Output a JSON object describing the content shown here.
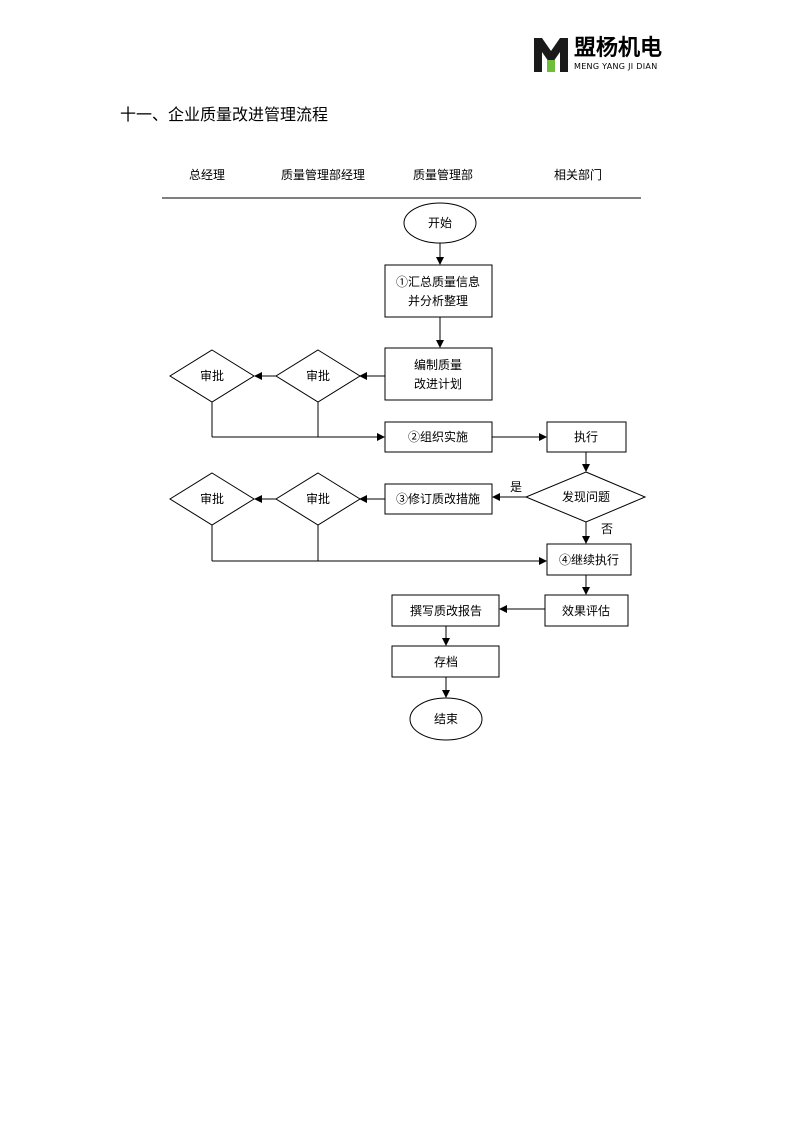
{
  "logo": {
    "name": "盟杨机电",
    "subtitle": "MENG YANG JI DIAN",
    "mark_colors": {
      "dark": "#1a1a1a",
      "accent": "#6dbf3b"
    }
  },
  "heading": "十一、企业质量改进管理流程",
  "lanes": [
    "总经理",
    "质量管理部经理",
    "质量管理部",
    "相关部门"
  ],
  "nodes": {
    "start": "开始",
    "collect_line1": "①汇总质量信息",
    "collect_line2": "并分析整理",
    "plan_line1": "编制质量",
    "plan_line2": "改进计划",
    "approve_a1": "审批",
    "approve_b1": "审批",
    "implement": "②组织实施",
    "execute": "执行",
    "find_issue": "发现问题",
    "revise": "③修订质改措施",
    "approve_a2": "审批",
    "approve_b2": "审批",
    "continue": "④继续执行",
    "evaluate": "效果评估",
    "report": "撰写质改报告",
    "archive": "存档",
    "end": "结束"
  },
  "branch_labels": {
    "yes": "是",
    "no": "否"
  }
}
